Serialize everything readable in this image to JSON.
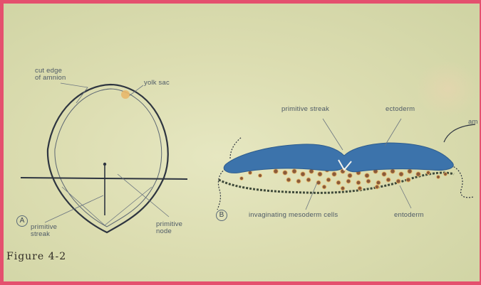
{
  "diagram_a": {
    "badge": "A",
    "labels": {
      "cut_edge": "cut edge\nof amnion",
      "yolk_sac": "yolk sac",
      "primitive_streak": "primitive\nstreak",
      "primitive_node": "primitive\nnode"
    }
  },
  "diagram_b": {
    "badge": "B",
    "labels": {
      "primitive_streak": "primitive streak",
      "ectoderm": "ectoderm",
      "amnion_cut": "am",
      "mesoderm": "invaginating mesoderm cells",
      "entoderm": "entoderm"
    }
  },
  "caption": "Figure  4-2",
  "colors": {
    "ectoderm": "#3c73ab",
    "mesoderm_cell": "#8a5a3a",
    "yolk": "#e8b86a",
    "line": "#2e3540"
  }
}
